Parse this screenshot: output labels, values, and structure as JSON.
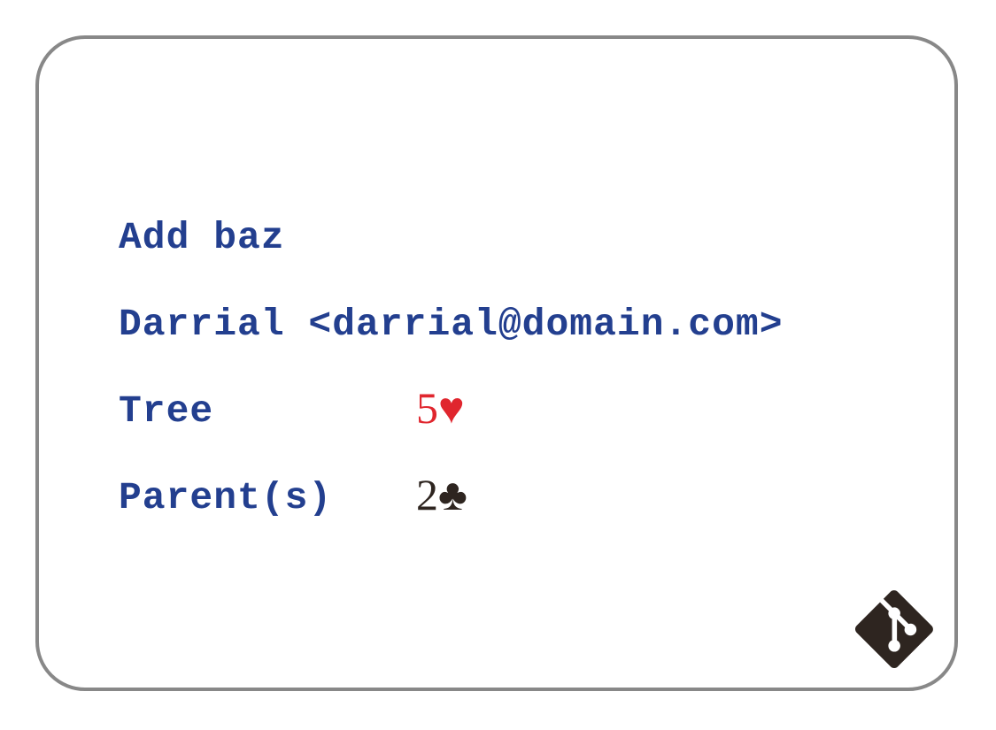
{
  "commit": {
    "title": "Add baz",
    "author": "Darrial <darrial@domain.com>",
    "tree_label": "Tree",
    "tree_value": "5♥",
    "parents_label": "Parent(s)",
    "parent_value": "2♣"
  },
  "colors": {
    "text": "#233f8f",
    "border": "#888888",
    "heart": "#e0262e",
    "club": "#2e2520",
    "logo": "#2e2520"
  },
  "icons": [
    "git-logo-icon"
  ]
}
